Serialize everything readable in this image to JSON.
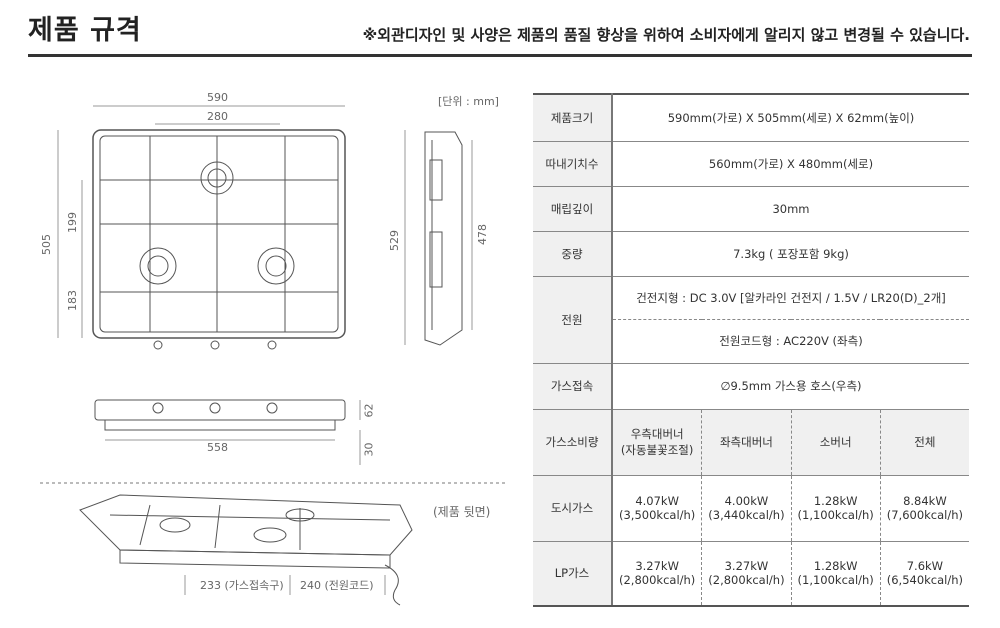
{
  "header": {
    "title": "제품 규격",
    "notice": "※외관디자인 및 사양은 제품의 품질 향상을 위하여 소비자에게 알리지 않고 변경될 수 있습니다."
  },
  "drawing": {
    "unit": "[단위 : mm]",
    "top_width": "590",
    "burner_spacing": "280",
    "total_depth": "505",
    "upper_depth": "199",
    "lower_depth": "183",
    "side_height": "529",
    "side_inner": "478",
    "front_width": "558",
    "front_height": "62",
    "front_depth": "30",
    "back_label": "(제품 뒷면)",
    "gas_inlet": "233 (가스접속구)",
    "power_cord": "240 (전원코드)"
  },
  "specs": [
    {
      "label": "제품크기",
      "value": "590mm(가로) X 505mm(세로) X 62mm(높이)"
    },
    {
      "label": "따내기치수",
      "value": "560mm(가로) X 480mm(세로)"
    },
    {
      "label": "매립깊이",
      "value": "30mm"
    },
    {
      "label": "중량",
      "value": "7.3kg ( 포장포함 9kg)"
    },
    {
      "label": "전원",
      "values": [
        "건전지형 : DC 3.0V [알카라인 건전지 / 1.5V / LR20(D)_2개]",
        "전원코드형 : AC220V (좌측)"
      ]
    },
    {
      "label": "가스접속",
      "value": "∅9.5mm 가스용 호스(우측)"
    }
  ],
  "gas": {
    "label": "가스소비량",
    "columns": [
      [
        "우측대버너",
        "(자동불꽃조절)"
      ],
      [
        "좌측대버너",
        ""
      ],
      [
        "소버너",
        ""
      ],
      [
        "전체",
        ""
      ]
    ],
    "rows": [
      {
        "label": "도시가스",
        "cells": [
          [
            "4.07kW",
            "(3,500kcal/h)"
          ],
          [
            "4.00kW",
            "(3,440kcal/h)"
          ],
          [
            "1.28kW",
            "(1,100kcal/h)"
          ],
          [
            "8.84kW",
            "(7,600kcal/h)"
          ]
        ]
      },
      {
        "label": "LP가스",
        "cells": [
          [
            "3.27kW",
            "(2,800kcal/h)"
          ],
          [
            "3.27kW",
            "(2,800kcal/h)"
          ],
          [
            "1.28kW",
            "(1,100kcal/h)"
          ],
          [
            "7.6kW",
            "(6,540kcal/h)"
          ]
        ]
      }
    ]
  }
}
